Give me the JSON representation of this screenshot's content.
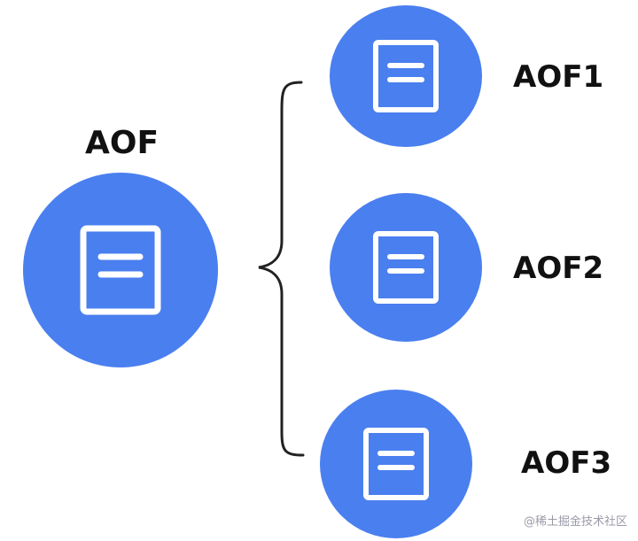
{
  "diagram": {
    "source": {
      "label": "AOF"
    },
    "targets": [
      {
        "label": "AOF1"
      },
      {
        "label": "AOF2"
      },
      {
        "label": "AOF3"
      }
    ],
    "icon": "document-icon"
  },
  "watermark": {
    "text": "@稀土掘金技术社区"
  },
  "colors": {
    "circle_fill": "#4a7fef",
    "icon_stroke": "#ffffff",
    "text": "#111111",
    "brace": "#222222"
  }
}
